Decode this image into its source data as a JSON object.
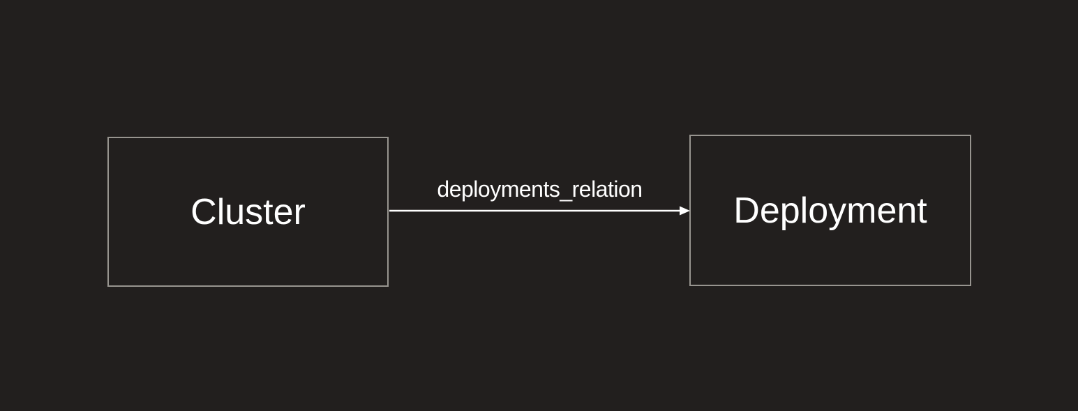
{
  "diagram": {
    "colors": {
      "background": "#221F1E",
      "node_border": "#97948F",
      "text": "#FFFFFF",
      "arrow": "#FFFFFF"
    },
    "nodes": [
      {
        "id": "cluster",
        "label": "Cluster"
      },
      {
        "id": "deployment",
        "label": "Deployment"
      }
    ],
    "edges": [
      {
        "from": "cluster",
        "to": "deployment",
        "label": "deployments_relation",
        "direction": "right"
      }
    ]
  }
}
